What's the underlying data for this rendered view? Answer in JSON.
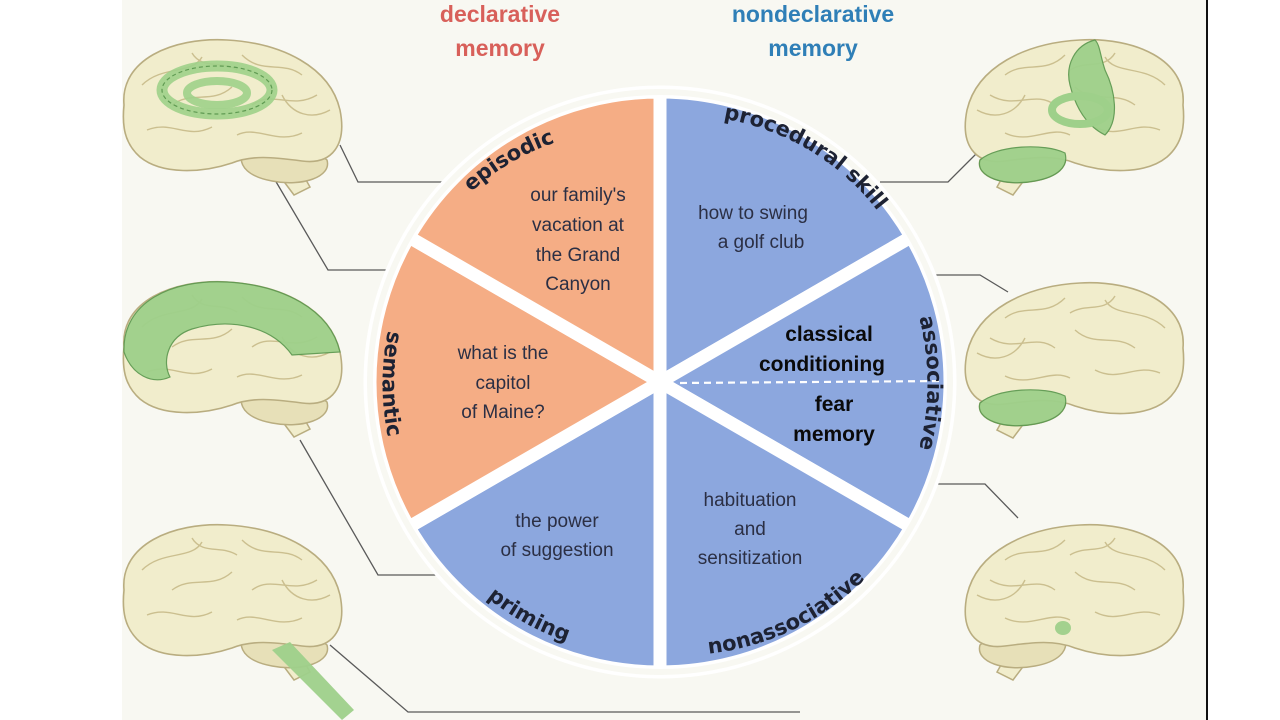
{
  "headers": {
    "declarative": [
      "declarative",
      "memory"
    ],
    "nondeclarative": [
      "nondeclarative",
      "memory"
    ]
  },
  "colors": {
    "declarative": "#f5ad85",
    "nondeclarative": "#8ca7de",
    "declarative_text": "#d8605a",
    "nondeclarative_text": "#2f7fb7",
    "brain_fill": "#f1edcc",
    "highlight": "#9ed08a"
  },
  "segments": {
    "episodic": {
      "label": "episodic",
      "example": [
        "our family's",
        "vacation at",
        "the Grand",
        "Canyon"
      ]
    },
    "semantic": {
      "label": "semantic",
      "example": [
        "what is the",
        "capitol",
        "of Maine?"
      ]
    },
    "priming": {
      "label": "priming",
      "example": [
        "the power",
        "of suggestion"
      ]
    },
    "procedural": {
      "label": "procedural skill",
      "example": [
        "how to swing",
        "a golf club"
      ]
    },
    "associative": {
      "label": "associative",
      "example_top": [
        "classical",
        "conditioning"
      ],
      "example_bottom": [
        "fear",
        "memory"
      ]
    },
    "nonassociative": {
      "label": "nonassociative",
      "example": [
        "habituation",
        "and",
        "sensitization"
      ]
    }
  },
  "brains": [
    {
      "id": "episodic",
      "side": "left",
      "icon": "brain-hippocampus-icon"
    },
    {
      "id": "semantic",
      "side": "left",
      "icon": "brain-cortex-icon"
    },
    {
      "id": "priming",
      "side": "left",
      "icon": "brain-spinal-cord-icon"
    },
    {
      "id": "procedural",
      "side": "right",
      "icon": "brain-basal-ganglia-icon"
    },
    {
      "id": "associative",
      "side": "right",
      "icon": "brain-cerebellum-icon"
    },
    {
      "id": "nonassociative",
      "side": "right",
      "icon": "brain-amygdala-icon"
    }
  ]
}
